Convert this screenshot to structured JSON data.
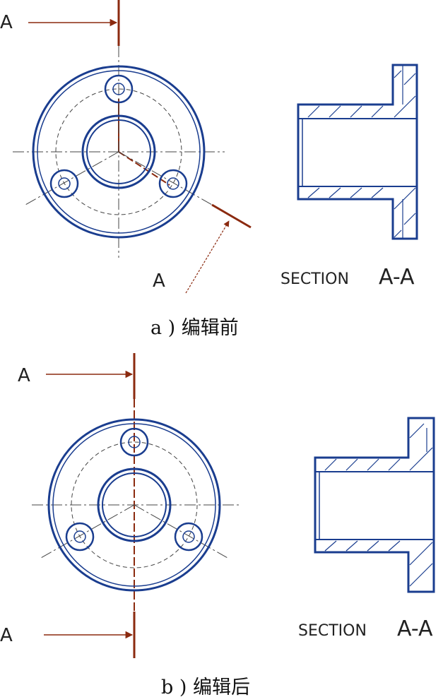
{
  "panel_a": {
    "arrow_label_top": "A",
    "arrow_label_bottom": "A",
    "section_label_prefix": "SECTION",
    "section_label_name": "A-A",
    "caption": "a ) 编辑前"
  },
  "panel_b": {
    "arrow_label_top": "A",
    "arrow_label_bottom": "A",
    "section_label_prefix": "SECTION",
    "section_label_name": "A-A",
    "caption": "b ) 编辑后"
  },
  "colors": {
    "outline": "#1a3d8f",
    "cutting_plane": "#8b2a0f",
    "centerline": "#444444"
  }
}
